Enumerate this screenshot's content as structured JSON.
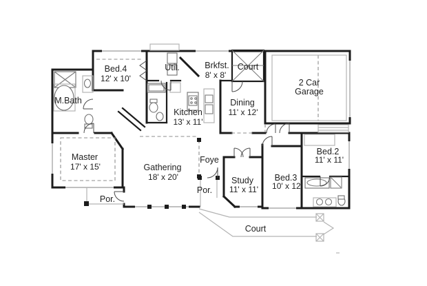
{
  "figure_type": "residential-floor-plan",
  "rooms": {
    "bed4": {
      "label": "Bed.4",
      "dims": "12' x 10'"
    },
    "util": {
      "label": "Util."
    },
    "brkfst": {
      "label": "Brkfst.",
      "dims": "8' x 8'"
    },
    "court_top": {
      "label": "Court"
    },
    "garage": {
      "label_line1": "2 Car",
      "label_line2": "Garage"
    },
    "mbath": {
      "label": "M.Bath"
    },
    "kitchen": {
      "label": "Kitchen",
      "dims": "13' x 11'"
    },
    "dining": {
      "label": "Dining",
      "dims": "11' x 12'"
    },
    "master": {
      "label": "Master",
      "dims": "17' x 15'"
    },
    "gathering": {
      "label": "Gathering",
      "dims": "18' x 20'"
    },
    "foyer": {
      "label": "Foye"
    },
    "porch_left": {
      "label": "Por."
    },
    "porch_center": {
      "label": "Por."
    },
    "study": {
      "label": "Study",
      "dims": "11' x 11'"
    },
    "bed3": {
      "label": "Bed.3",
      "dims": "10' x 12'"
    },
    "bed2": {
      "label": "Bed.2",
      "dims": "11' x 11'"
    },
    "court_bottom": {
      "label": "Court"
    }
  },
  "colors": {
    "wall": "#1c1c1c",
    "detail_gray": "#7a7a7a",
    "light_gray": "#b3b3b3",
    "dashed_gray": "#8c8c8c",
    "text": "#1f1f1f",
    "background": "#ffffff"
  }
}
